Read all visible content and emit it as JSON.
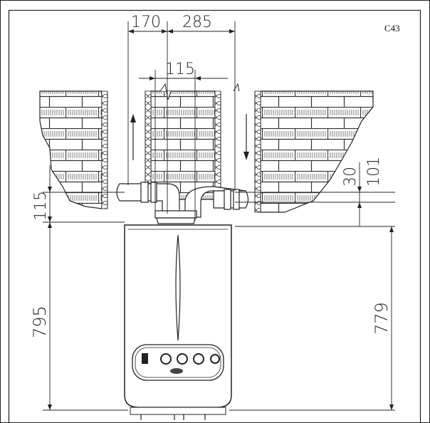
{
  "figure": {
    "label": "C43"
  },
  "dimensions": {
    "top_left": "170",
    "top_right": "285",
    "middle": "115",
    "left_vertical_small": "115",
    "left_vertical_large": "795",
    "right_small": "30",
    "right_medium": "101",
    "right_large": "779"
  }
}
